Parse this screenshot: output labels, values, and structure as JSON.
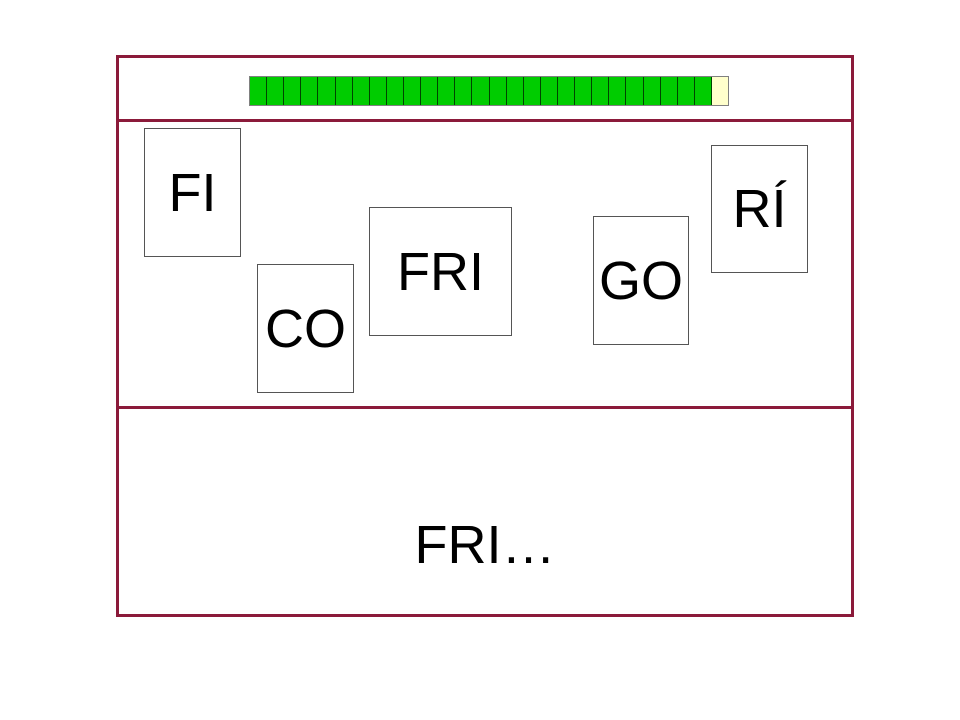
{
  "progress": {
    "filled_segments": 27,
    "total_segments": 28,
    "fill_color": "#00cc00",
    "empty_color": "#ffffcc"
  },
  "cards": [
    {
      "text": "FI"
    },
    {
      "text": "CO"
    },
    {
      "text": "FRI"
    },
    {
      "text": "GO"
    },
    {
      "text": "RÍ"
    }
  ],
  "answer": {
    "text": "FRI…"
  },
  "colors": {
    "frame_border": "#8b1a3a"
  }
}
